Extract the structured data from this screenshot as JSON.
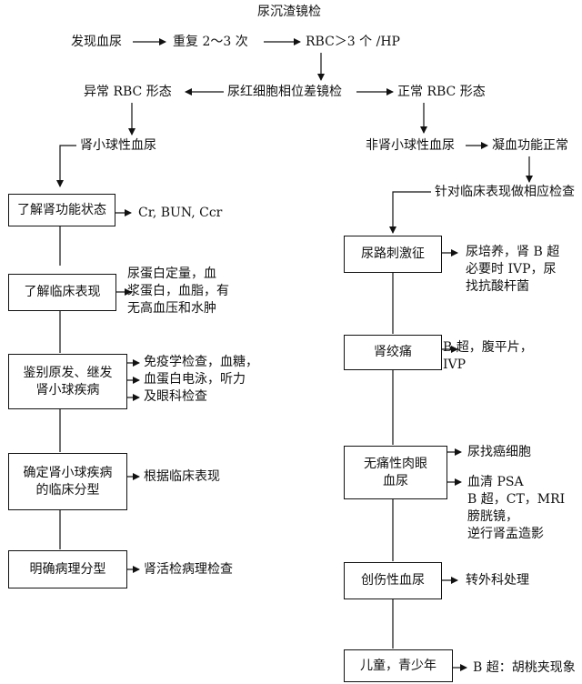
{
  "title": "尿沉渣镜检",
  "top_flow": {
    "found_hematuria": "发现血尿",
    "repeat": "重复 2～3 次",
    "rbc_count": "RBC＞3 个 /HP"
  },
  "phase_contrast": "尿红细胞相位差镜检",
  "abnormal_rbc": "异常 RBC 形态",
  "normal_rbc": "正常 RBC 形态",
  "glomerular": "肾小球性血尿",
  "nonglomerular": "非肾小球性血尿",
  "coagulation": "凝血功能正常",
  "clinical_check": "针对临床表现做相应检查",
  "left_steps": [
    {
      "box": "了解肾功能状态",
      "note": "Cr, BUN, Ccr"
    },
    {
      "box": "了解临床表现",
      "note": "尿蛋白定量，血\n浆蛋白，血脂，有\n无高血压和水肿"
    },
    {
      "box": "鉴别原发、继发\n肾小球疾病",
      "note": "免疫学检查，血糖，\n血蛋白电泳，听力\n及眼科检查"
    },
    {
      "box": "确定肾小球疾病\n的临床分型",
      "note": "根据临床表现"
    },
    {
      "box": "明确病理分型",
      "note": "肾活检病理检查"
    }
  ],
  "right_steps": [
    {
      "box": "尿路刺激征",
      "notes": [
        "尿培养，肾 B 超\n必要时 IVP，尿\n找抗酸杆菌"
      ]
    },
    {
      "box": "肾绞痛",
      "notes": [
        "B 超，腹平片，\nIVP"
      ]
    },
    {
      "box": "无痛性肉眼\n血尿",
      "notes": [
        "尿找癌细胞",
        "血清 PSA\nB 超，CT，MRI\n膀胱镜，\n逆行肾盂造影"
      ]
    },
    {
      "box": "创伤性血尿",
      "notes": [
        "转外科处理"
      ]
    },
    {
      "box": "儿童，青少年",
      "notes": [
        "B 超：胡桃夹现象"
      ]
    }
  ]
}
